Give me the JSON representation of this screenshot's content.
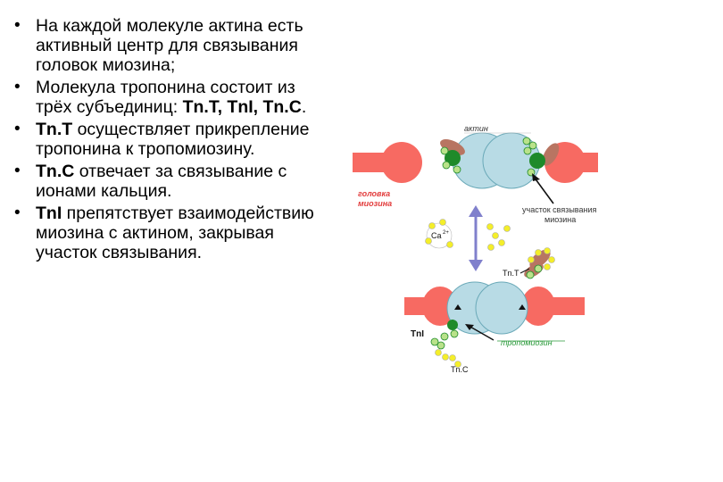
{
  "bullets": [
    {
      "text": "На каждой молекуле актина есть активный центр для связывания головок миозина;"
    },
    {
      "text_before": "Молекула тропонина состоит из трёх субъединиц: ",
      "bold": "Tn.T, TnI, Tn.C",
      "text_after": "."
    },
    {
      "bold": "Tn.T",
      "text_after": " осуществляет прикрепление тропонина к тропомиозину."
    },
    {
      "bold": " Tn.C",
      "text_after": " отвечает за связывание с ионами кальция."
    },
    {
      "bold": "TnI",
      "text_after": " препятствует взаимодействию миозина с актином, закрывая участок связывания."
    }
  ],
  "bullet_glyph": "•",
  "diagram": {
    "label_actin": "актин",
    "label_myosin_head_line1": "головка",
    "label_myosin_head_line2": "миозина",
    "label_binding_site_line1": "участок связывания",
    "label_binding_site_line2": "миозина",
    "label_calcium": "Ca",
    "label_calcium_charge": "2+",
    "label_tnt": "Tn.T",
    "label_tni": "TnI",
    "label_tnc": "Tn.C",
    "label_tropomyosin": "тропомиозин",
    "colors": {
      "myosin": "#f76a62",
      "actin": "#b8dbe5",
      "actin_stroke": "#6aa9b8",
      "green_dark": "#1e8a2a",
      "green_light": "#b9e28a",
      "yellow": "#f4ee2a",
      "tropomyosin": "#b87562",
      "arrow": "#8080cc",
      "red_label": "#e23b3b",
      "green_label": "#2a9a3a"
    }
  }
}
